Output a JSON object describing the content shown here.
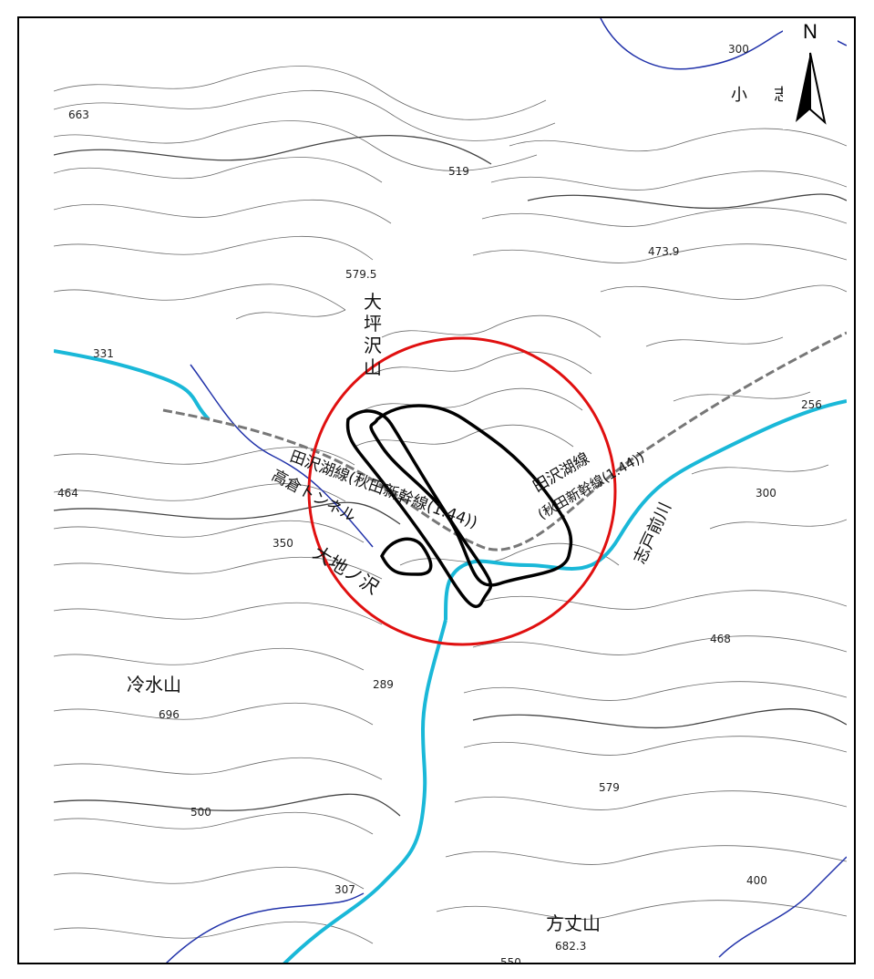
{
  "map": {
    "north_label": "N",
    "place_labels": {
      "oitsubozawa": "大坪沢山",
      "reisui": "冷水山",
      "houjou": "方丈山",
      "ojinosawa": "大地ノ沢",
      "shitomae": "志戸前川",
      "ko": "小",
      "shi": "志"
    },
    "railway_labels": {
      "tazawako_left": "田沢湖線(秋田新幹線(1.44))",
      "tunnel": "高倉トンネル",
      "tazawako_right": "田沢湖線",
      "shinkansen_right": "(秋田新幹線(1.44))"
    },
    "elevations": {
      "e663": "663",
      "e519": "519",
      "e4739": "473.9",
      "e5795": "579.5",
      "e331": "331",
      "e256": "256",
      "e464": "464",
      "e468": "468",
      "e696": "696",
      "e289": "289",
      "e579": "579",
      "e307": "307",
      "e6823": "682.3",
      "c300a": "300",
      "c300b": "300",
      "c350": "350",
      "c500": "500",
      "c550": "550",
      "c400": "400"
    },
    "colors": {
      "river": "#1ab8d8",
      "stream": "#2233aa",
      "circle": "#e01010",
      "contour": "#6a6a6a",
      "outline": "#000000"
    }
  }
}
